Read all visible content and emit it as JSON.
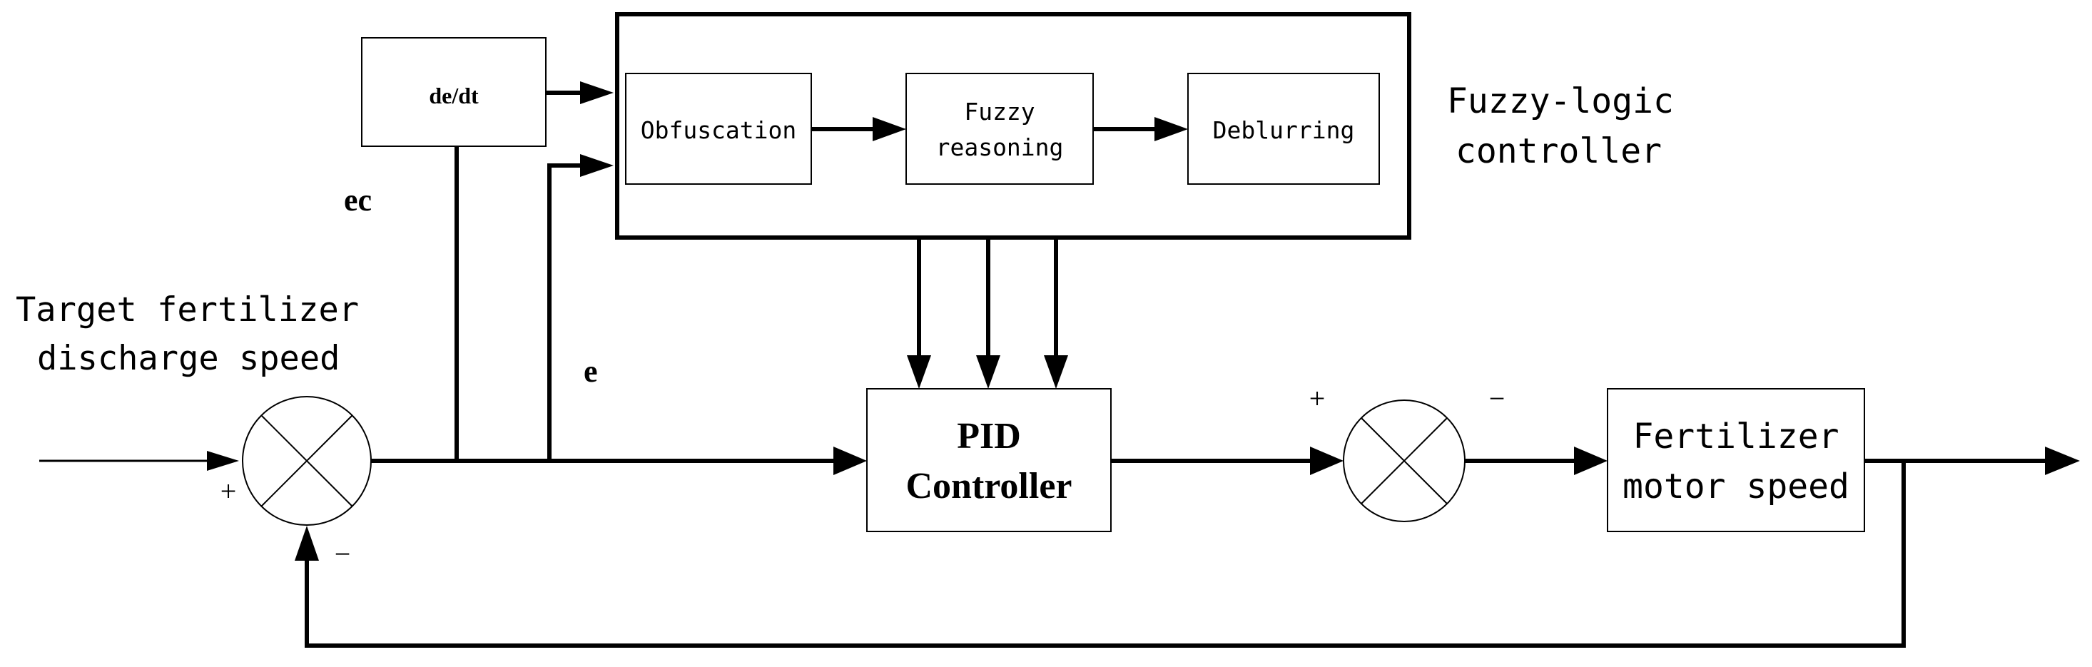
{
  "blocks": {
    "derivative": "de/dt",
    "obfuscation": "Obfuscation",
    "fuzzy_reasoning": [
      "Fuzzy",
      "reasoning"
    ],
    "deblurring": "Deblurring",
    "fuzzy_controller": [
      "Fuzzy-logic",
      "controller"
    ],
    "pid": [
      "PID",
      "Controller"
    ],
    "motor": [
      "Fertilizer",
      "motor speed"
    ]
  },
  "signals": {
    "ec": "ec",
    "e": "e",
    "input": [
      "Target fertilizer",
      "discharge speed"
    ]
  },
  "signs": {
    "sum1_plus": "+",
    "sum1_minus": "−",
    "sum2_plus": "+",
    "sum2_minus": "−"
  }
}
